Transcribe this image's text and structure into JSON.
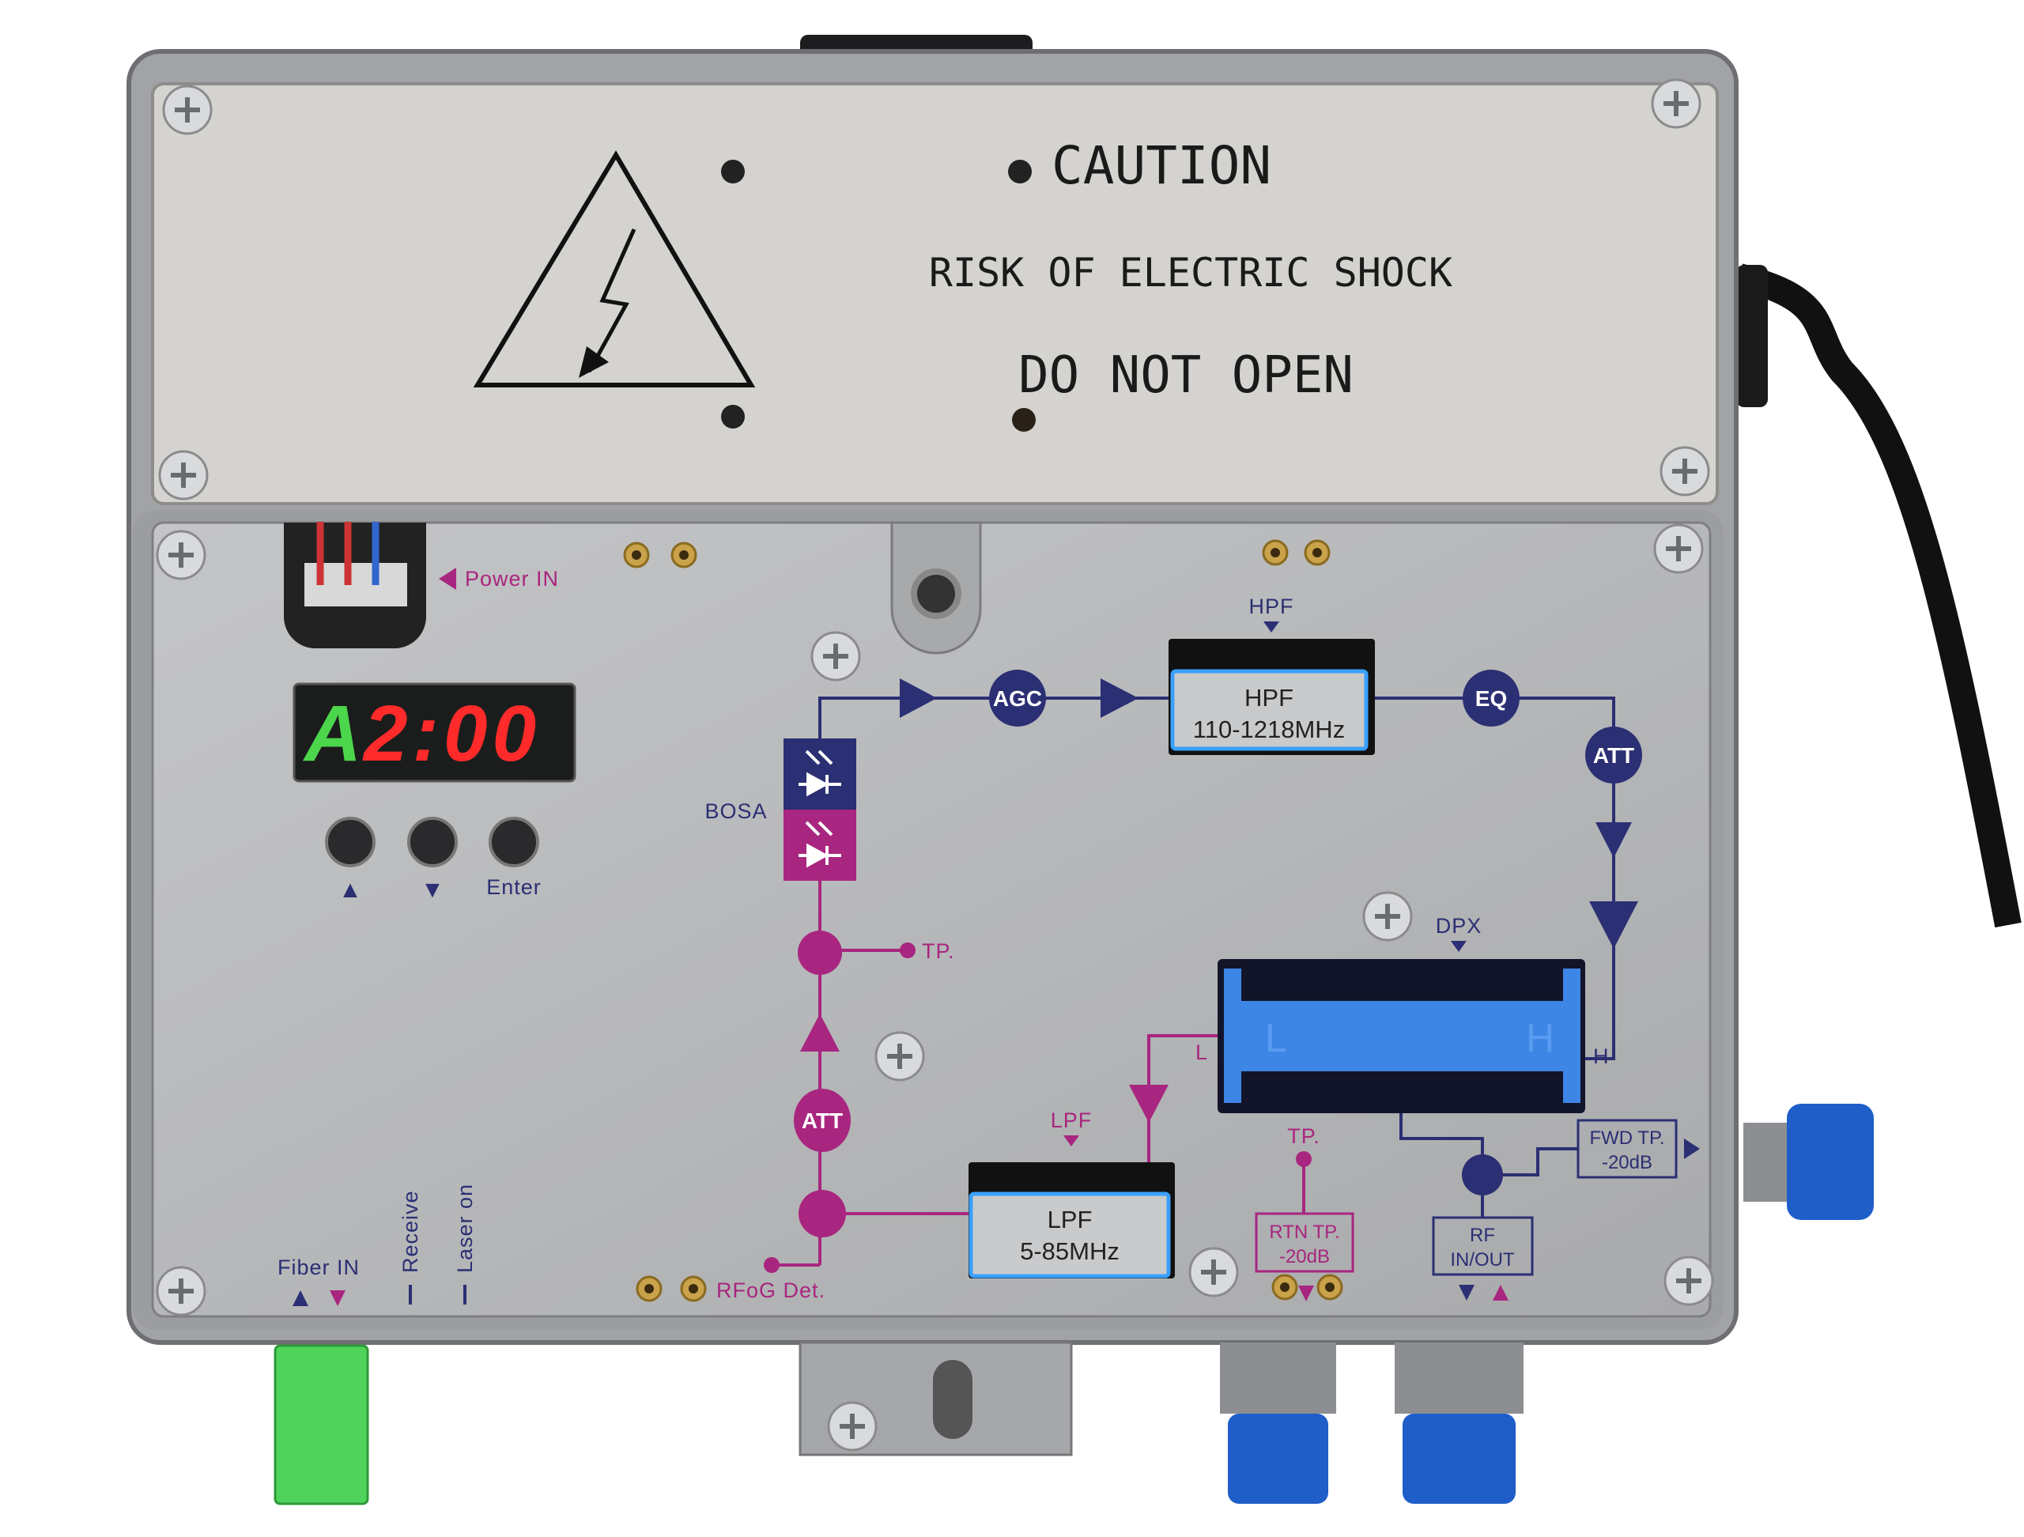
{
  "cover": {
    "caution": "CAUTION",
    "warning_line1": "RISK OF ELECTRIC SHOCK",
    "warning_line2": "DO NOT OPEN"
  },
  "panel": {
    "power_in": "Power IN",
    "display": {
      "mode_char": "A",
      "value": "2:00"
    },
    "buttons": {
      "up": "▲",
      "down": "▼",
      "enter": "Enter"
    },
    "bosa": "BOSA",
    "agc": "AGC",
    "hpf_label": "HPF",
    "hpf_module": {
      "line1": "HPF",
      "line2": "110-1218MHz"
    },
    "eq": "EQ",
    "att_forward": "ATT",
    "dpx_label": "DPX",
    "dpx_h": "H",
    "dpx_l": "L",
    "dpx_insert_l": "L",
    "dpx_insert_h": "H",
    "tp_upper": "TP.",
    "att_return": "ATT",
    "lpf_label": "LPF",
    "lpf_module": {
      "line1": "LPF",
      "line2": "5-85MHz"
    },
    "tp_lower": "TP.",
    "rtn_tp": {
      "line1": "RTN TP.",
      "line2": "-20dB"
    },
    "fwd_tp": {
      "line1": "FWD TP.",
      "line2": "-20dB"
    },
    "rf_inout": {
      "line1": "RF",
      "line2": "IN/OUT"
    },
    "rfog_det": "RFoG Det.",
    "fiber_in": "Fiber IN",
    "receive": "Receive",
    "laser_on": "Laser on"
  },
  "colors": {
    "navy": "#2b2f73",
    "magenta": "#a8267f",
    "panel": "#b8b9bb",
    "cover": "#d5d3cf",
    "led_red": "#ff2a2a",
    "led_green": "#4cd64c"
  }
}
